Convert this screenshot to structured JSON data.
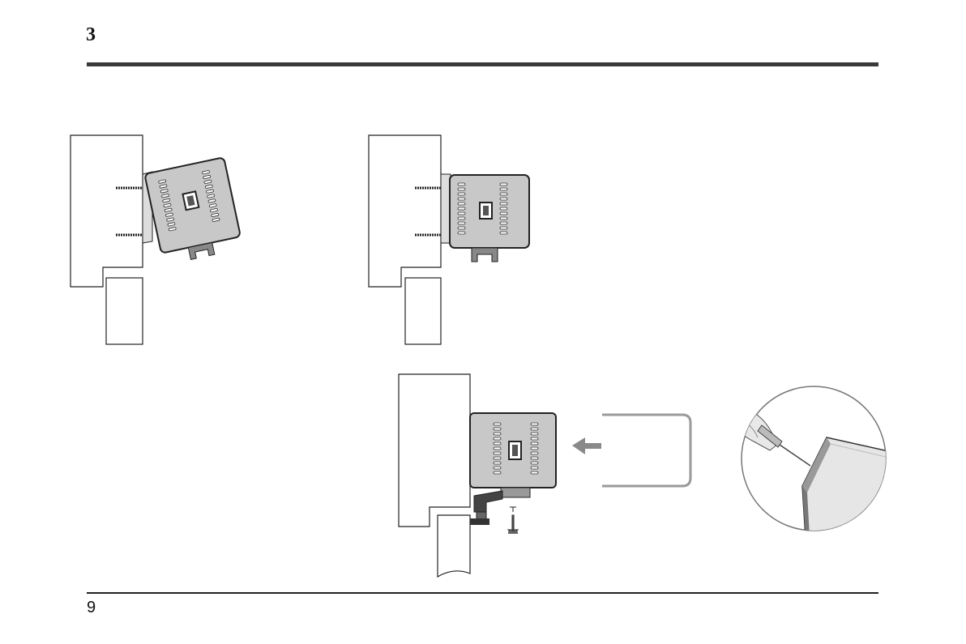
{
  "page": {
    "step_number": "3",
    "page_number": "9"
  },
  "figures": [
    {
      "name": "figure-tilted-mount",
      "description_icons": [
        "wall-panel-icon",
        "screw-icon",
        "device-icon",
        "power-switch-icon"
      ]
    },
    {
      "name": "figure-straight-mount",
      "description_icons": [
        "wall-panel-icon",
        "screw-icon",
        "device-icon",
        "power-switch-icon"
      ]
    },
    {
      "name": "figure-cover-slide-on",
      "description_icons": [
        "wall-panel-icon",
        "device-icon",
        "cover-frame-icon",
        "arrow-left-icon",
        "screw-icon"
      ]
    },
    {
      "name": "figure-drill-detail",
      "description_icons": [
        "hand-drill-icon",
        "corner-detail-icon"
      ]
    }
  ],
  "colors": {
    "rule": "#3a3a3a",
    "device_fill": "#c8c8c8",
    "line": "#222222",
    "cover": "#9a9a9a"
  }
}
